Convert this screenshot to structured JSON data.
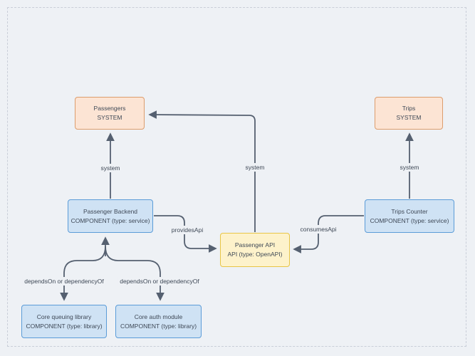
{
  "diagram": {
    "kind": "architecture-diagram",
    "canvas_bg": "#eef1f5",
    "boundary_border": "#c9ced8",
    "line_color": "#556070",
    "text_color": "#3e4856",
    "node_styles": {
      "system": {
        "fill": "#fce4d4",
        "border": "#dc9d6d"
      },
      "component": {
        "fill": "#cfe2f4",
        "border": "#5b9cd8"
      },
      "api": {
        "fill": "#fdf2cb",
        "border": "#e8c546"
      }
    },
    "nodes": [
      {
        "id": "passengers",
        "title": "Passengers",
        "subtitle": "SYSTEM",
        "style": "system"
      },
      {
        "id": "trips",
        "title": "Trips",
        "subtitle": "SYSTEM",
        "style": "system"
      },
      {
        "id": "passenger-backend",
        "title": "Passenger Backend",
        "subtitle": "COMPONENT (type: service)",
        "style": "component"
      },
      {
        "id": "trips-counter",
        "title": "Trips Counter",
        "subtitle": "COMPONENT (type: service)",
        "style": "component"
      },
      {
        "id": "passenger-api",
        "title": "Passenger API",
        "subtitle": "API (type: OpenAPI)",
        "style": "api"
      },
      {
        "id": "core-queuing-library",
        "title": "Core queuing library",
        "subtitle": "COMPONENT (type: library)",
        "style": "component"
      },
      {
        "id": "core-auth-module",
        "title": "Core auth module",
        "subtitle": "COMPONENT (type: library)",
        "style": "component"
      }
    ],
    "edges": [
      {
        "from": "passenger-backend",
        "to": "passengers",
        "label": "system"
      },
      {
        "from": "passenger-api",
        "to": "passengers",
        "label": "system"
      },
      {
        "from": "trips-counter",
        "to": "trips",
        "label": "system"
      },
      {
        "from": "passenger-backend",
        "to": "passenger-api",
        "label": "providesApi"
      },
      {
        "from": "trips-counter",
        "to": "passenger-api",
        "label": "consumesApi"
      },
      {
        "from": "passenger-backend",
        "to": "core-queuing-library",
        "label": "dependsOn or dependencyOf"
      },
      {
        "from": "passenger-backend",
        "to": "core-auth-module",
        "label": "dependsOn or dependencyOf"
      }
    ]
  }
}
